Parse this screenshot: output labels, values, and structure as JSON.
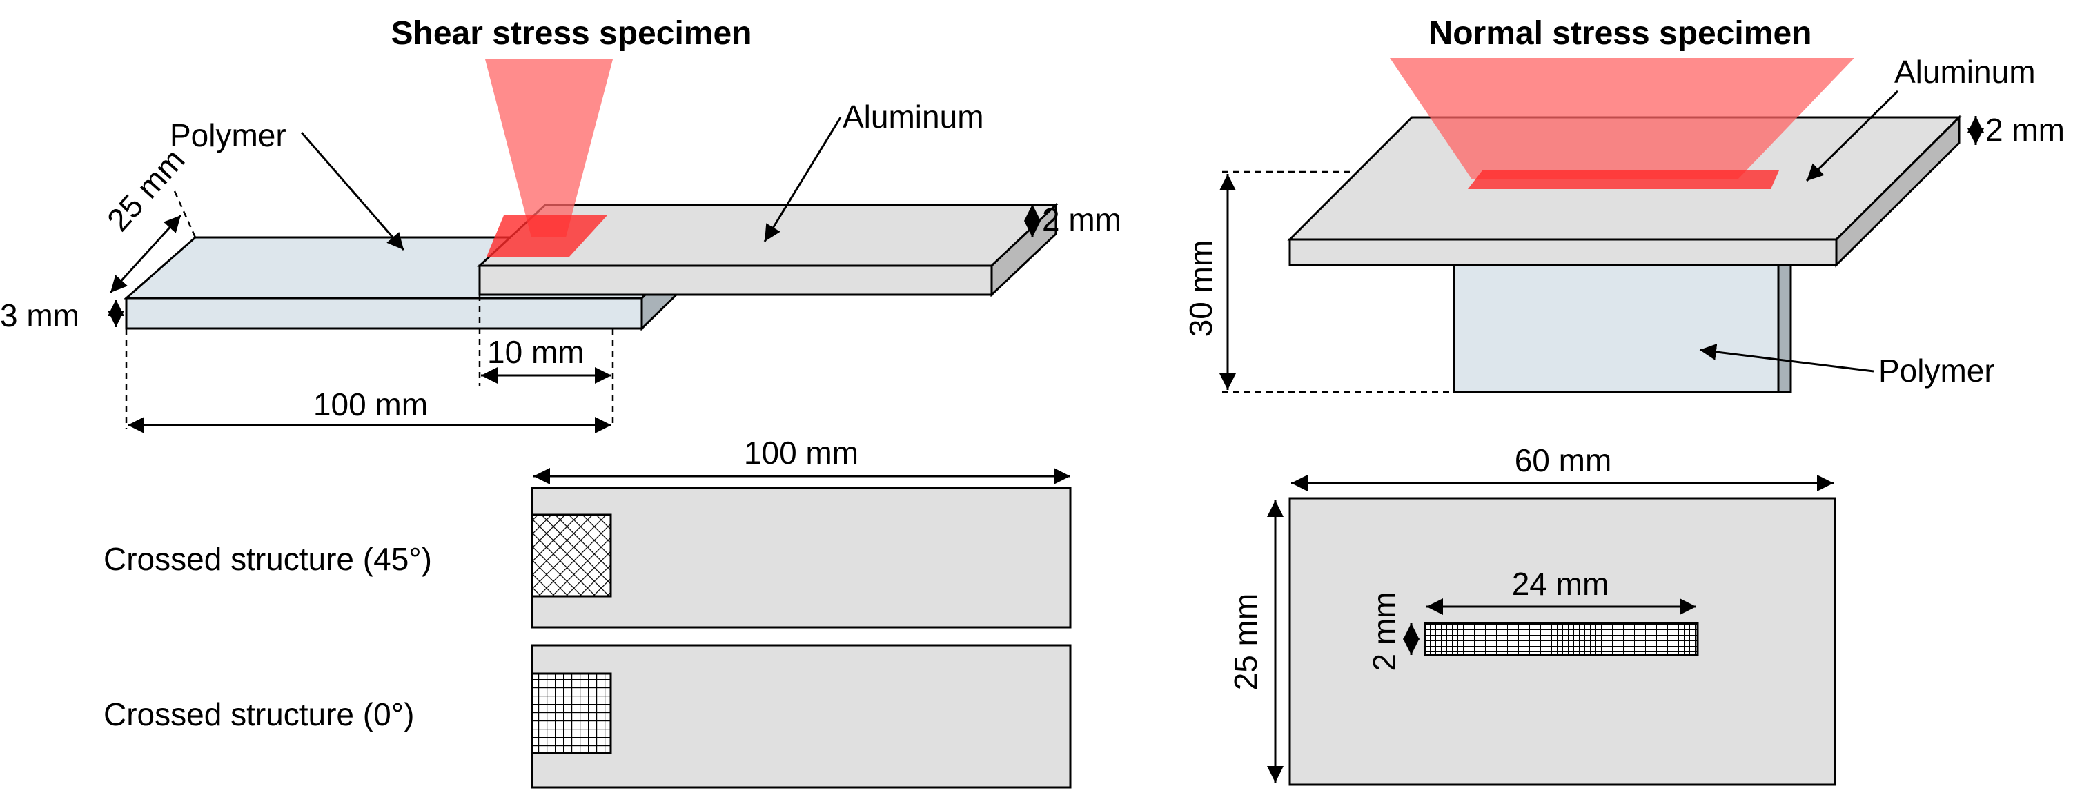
{
  "shear": {
    "title": "Shear stress specimen",
    "polymer_label": "Polymer",
    "aluminum_label": "Aluminum",
    "width": "25 mm",
    "polymer_thickness": "3 mm",
    "aluminum_thickness": "2 mm",
    "overlap": "10 mm",
    "length": "100 mm"
  },
  "normal": {
    "title": "Normal stress specimen",
    "aluminum_label": "Aluminum",
    "polymer_label": "Polymer",
    "aluminum_thickness": "2 mm",
    "height": "30 mm"
  },
  "structures": {
    "plate_length": "100 mm",
    "crossed_45": "Crossed structure (45°)",
    "crossed_0": "Crossed structure (0°)"
  },
  "normal_top": {
    "length": "60 mm",
    "width": "25 mm",
    "pattern_length": "24 mm",
    "pattern_width": "2 mm"
  },
  "colors": {
    "aluminum": "#e0e0e0",
    "aluminum_side": "#b9b9b9",
    "polymer": "#dde6ec",
    "polymer_side": "#a9b2b8",
    "laser": "#ff6666",
    "laser_spot": "#ff2a2a"
  }
}
